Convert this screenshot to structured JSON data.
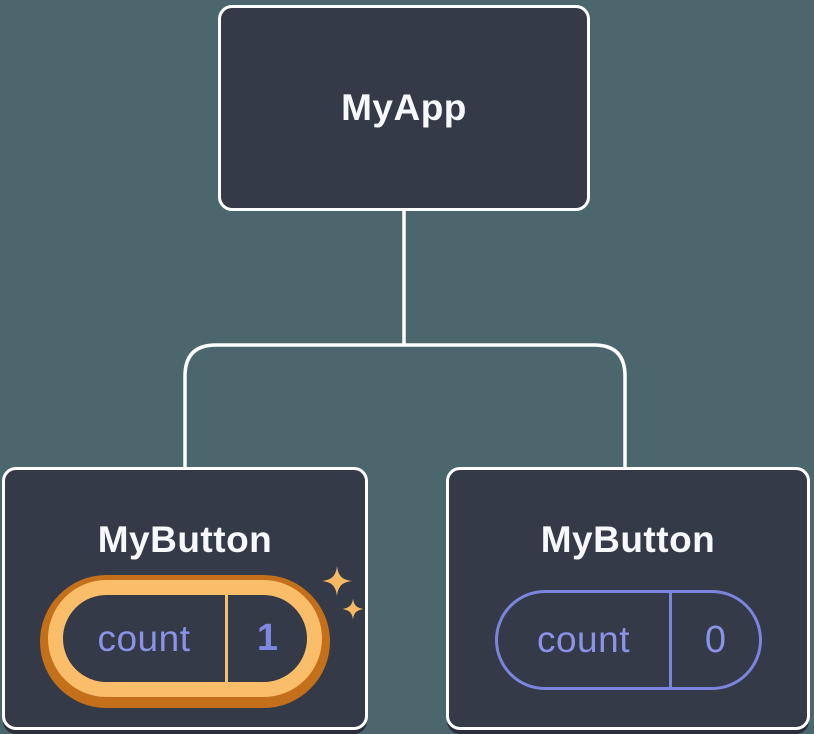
{
  "palette": {
    "background": "#4C666E",
    "node_fill": "#343A48",
    "node_border": "#FFFFFF",
    "connector": "#FFFFFF",
    "state_gold": "#FABD6A",
    "state_orange_ring": "#C4701A",
    "state_purple": "#7B85DE",
    "state_text": "#8A93E8",
    "sparkle_gold": "#F7BA62"
  },
  "tree": {
    "root": {
      "label": "MyApp"
    },
    "children": [
      {
        "label": "MyButton",
        "state": {
          "key": "count",
          "value": "1"
        },
        "highlighted": true
      },
      {
        "label": "MyButton",
        "state": {
          "key": "count",
          "value": "0"
        },
        "highlighted": false
      }
    ]
  }
}
